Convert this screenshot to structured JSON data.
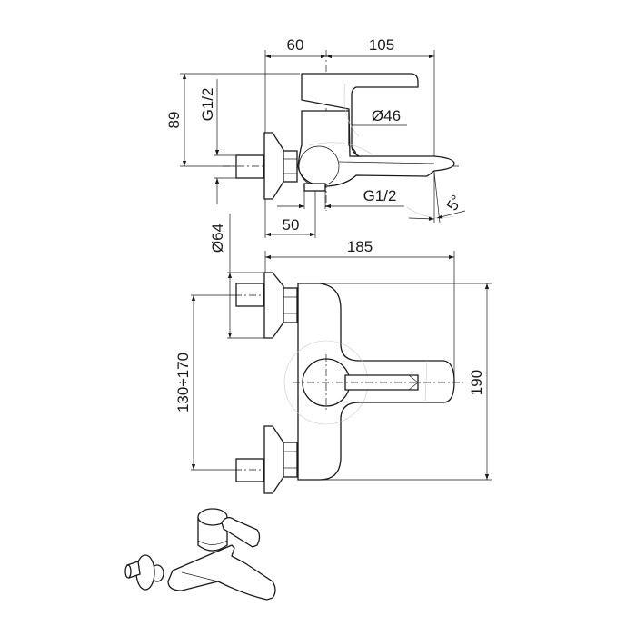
{
  "drawing": {
    "side_view": {
      "dim_inlet_to_axis": "60",
      "dim_axis_to_spout": "105",
      "dim_height": "89",
      "dim_inlet_thread": "G1/2",
      "dim_body_diameter": "Ø46",
      "dim_outlet_thread": "G1/2",
      "dim_spout_angle": "5°",
      "dim_outlet_offset": "50"
    },
    "front_view": {
      "dim_flange_diameter": "Ø64",
      "dim_total_width": "185",
      "dim_inlet_spacing": "130÷170",
      "dim_total_height": "190"
    }
  }
}
